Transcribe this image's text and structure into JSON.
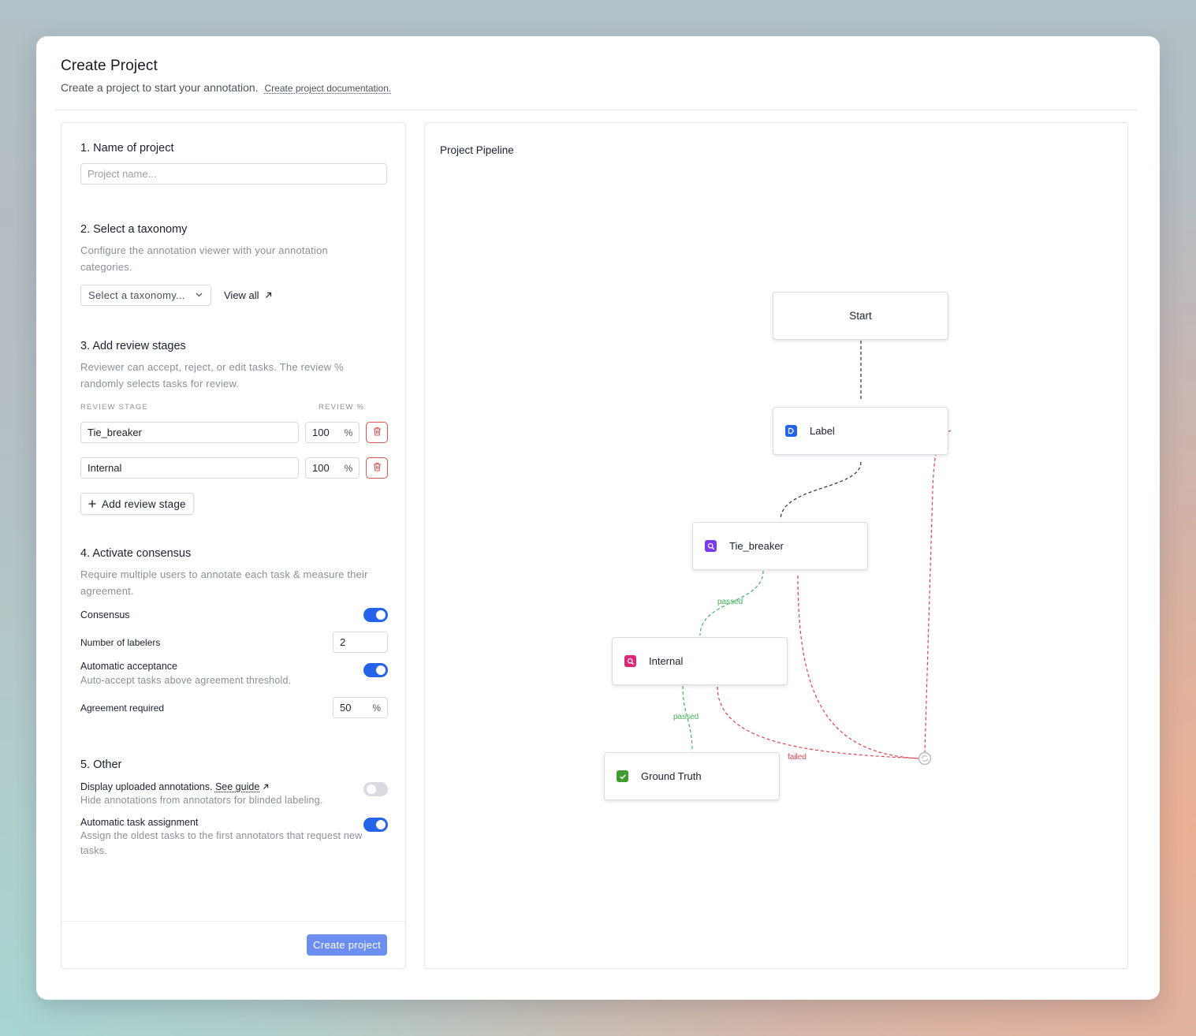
{
  "header": {
    "title": "Create Project",
    "subtitle": "Create a project to start your annotation.",
    "doc_link": "Create project documentation."
  },
  "form": {
    "name": {
      "title": "1. Name of project",
      "placeholder": "Project name..."
    },
    "taxonomy": {
      "title": "2. Select a taxonomy",
      "desc": "Configure the annotation viewer with your annotation categories.",
      "select_placeholder": "Select a taxonomy...",
      "view_all": "View all",
      "view_all_icon": "arrow-up-right-icon"
    },
    "review": {
      "title": "3. Add review stages",
      "desc": "Reviewer can accept, reject, or edit tasks. The review % randomly selects tasks for review.",
      "col_stage": "REVIEW STAGE",
      "col_pct": "REVIEW %",
      "stages": [
        {
          "name": "Tie_breaker",
          "pct": "100",
          "sign": "%"
        },
        {
          "name": "Internal",
          "pct": "100",
          "sign": "%"
        }
      ],
      "add_button": "Add review stage"
    },
    "consensus": {
      "title": "4. Activate consensus",
      "desc": "Require multiple users to annotate each task & measure their agreement.",
      "consensus_label": "Consensus",
      "consensus_on": true,
      "labelers_label": "Number of labelers",
      "labelers_value": "2",
      "auto_accept_label": "Automatic acceptance",
      "auto_accept_desc": "Auto-accept tasks above agreement threshold.",
      "auto_accept_on": true,
      "agreement_label": "Agreement required",
      "agreement_value": "50",
      "agreement_sign": "%"
    },
    "other": {
      "title": "5. Other",
      "display_label": "Display uploaded annotations.",
      "display_link": "See guide",
      "display_desc": "Hide annotations from annotators for blinded labeling.",
      "display_on": false,
      "assign_label": "Automatic task assignment",
      "assign_desc": "Assign the oldest tasks to the first annotators that request new tasks.",
      "assign_on": true
    },
    "create_button": "Create project"
  },
  "pipeline": {
    "title": "Project Pipeline",
    "nodes": {
      "start": "Start",
      "label": "Label",
      "tie_breaker": "Tie_breaker",
      "internal": "Internal",
      "ground_truth": "Ground Truth"
    },
    "edge_labels": {
      "passed_1": "passed",
      "passed_2": "passed",
      "failed": "failed"
    },
    "colors": {
      "label_icon": "#2563eb",
      "tie_breaker_icon": "#7c3aed",
      "internal_icon": "#db2777",
      "ground_truth_icon": "#3f9a2f",
      "passed_edge": "#45b25a",
      "failed_edge": "#e0424c",
      "default_edge": "#2b2f3a",
      "toggle_on": "#2563eb",
      "primary_button": "#6c8ef0"
    }
  }
}
